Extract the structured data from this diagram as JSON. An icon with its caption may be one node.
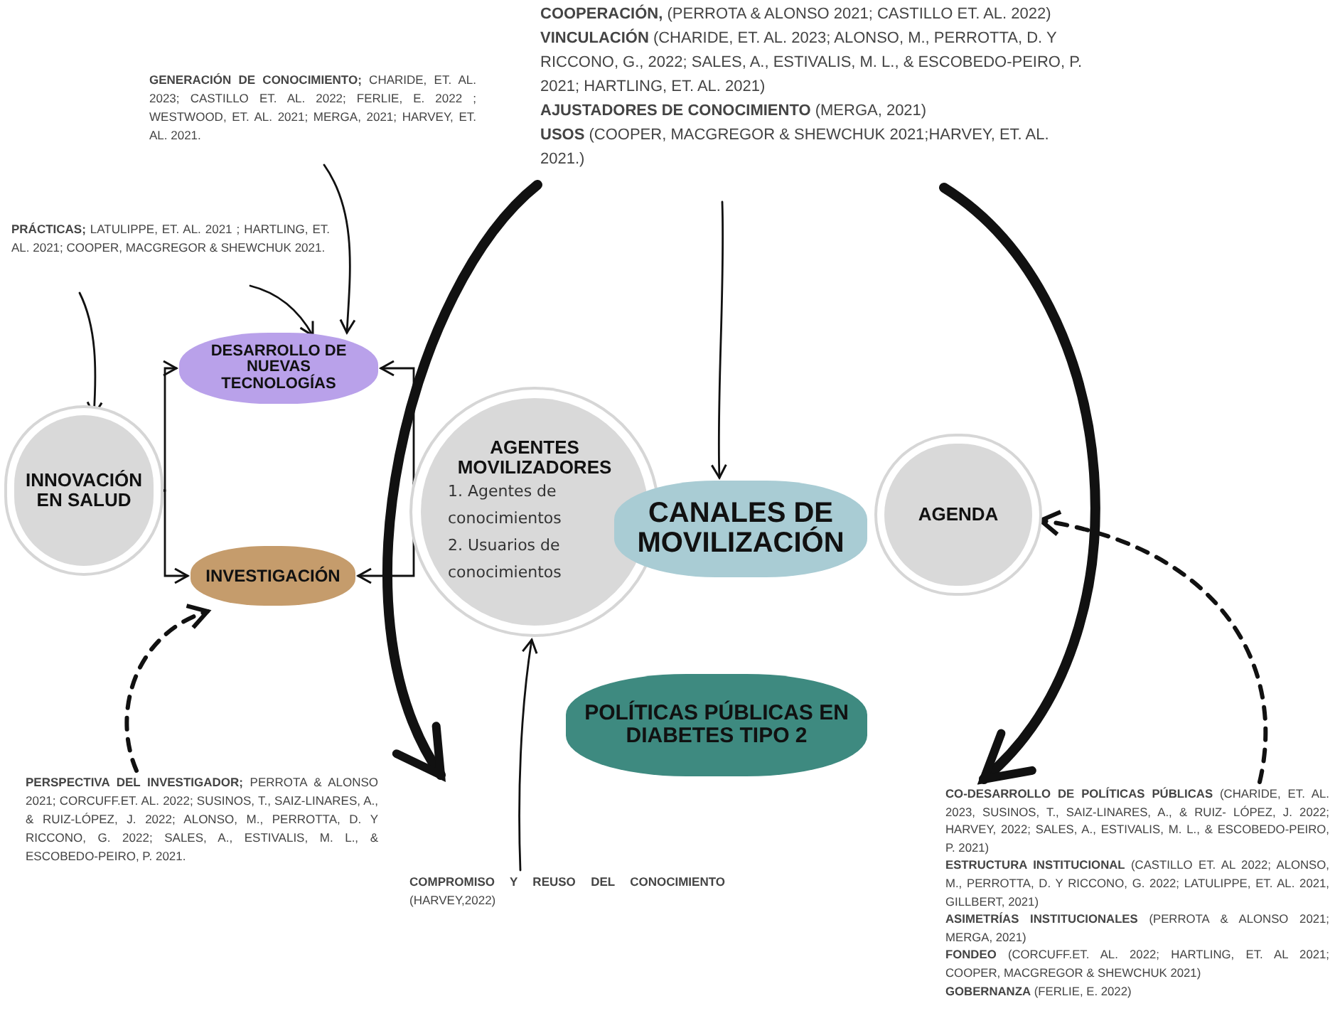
{
  "diagram": {
    "nodes": [
      {
        "text": [
          "**GENERACIÓN DE CONOCIMIENTO;** CHARIDE, ET. AL. 2023; CASTILLO ET. AL. 2022; FERLIE, E. 2022 ; WESTWOOD, ET. AL. 2021; MERGA, 2021; HARVEY, ET. AL. 2021."
        ]
      },
      {
        "text": [
          "**PRÁCTICAS;** LATULIPPE, ET. AL. 2021 ; HARTLING, ET. AL. 2021; COOPER, MACGREGOR & SHEWCHUK 2021."
        ]
      },
      {
        "text": [
          "**COOPERACIÓN,** (PERROTA & ALONSO 2021; CASTILLO ET. AL. 2022)",
          "**VINCULACIÓN** (CHARIDE, ET. AL. 2023; ALONSO, M., PERROTTA, D. Y RICCONO, G., 2022; SALES, A., ESTIVALIS, M. L., & ESCOBEDO-PEIRO, P. 2021; HARTLING, ET. AL. 2021)",
          "**AJUSTADORES DE CONOCIMIENTO** (MERGA, 2021)",
          "**USOS** (COOPER, MACGREGOR & SHEWCHUK 2021;HARVEY, ET. AL. 2021.)"
        ]
      },
      {
        "text": [
          "DESARROLLO DE NUEVAS TECNOLOGÍAS"
        ]
      },
      {
        "text": [
          "INNOVACIÓN EN SALUD"
        ]
      },
      {
        "text": [
          "AGENTES MOVILIZADORES",
          "1. Agentes de conocimientos",
          "2. Usuarios de conocimientos"
        ]
      },
      {
        "text": [
          "CANALES DE MOVILIZACIÓN"
        ]
      },
      {
        "text": [
          "AGENDA"
        ]
      },
      {
        "text": [
          "INVESTIGACIÓN"
        ]
      },
      {
        "text": [
          "POLÍTICAS PÚBLICAS EN DIABETES TIPO 2"
        ]
      },
      {
        "text": [
          "**PERSPECTIVA DEL INVESTIGADOR;** PERROTA & ALONSO 2021; CORCUFF.ET. AL. 2022; SUSINOS, T., SAIZ-LINARES, A., & RUIZ-LÓPEZ, J. 2022; ALONSO, M., PERROTTA, D. Y RICCONO, G. 2022; SALES, A., ESTIVALIS, M. L., & ESCOBEDO-PEIRO, P. 2021."
        ]
      },
      {
        "text": [
          "**COMPROMISO Y REUSO DEL CONOCIMIENTO** (HARVEY,2022)"
        ]
      },
      {
        "text": [
          "**CO-DESARROLLO DE POLÍTICAS PÚBLICAS** (CHARIDE, ET. AL. 2023, SUSINOS, T., SAIZ-LINARES, A., & RUIZ- LÓPEZ, J. 2022; HARVEY, 2022; SALES, A., ESTIVALIS, M. L., & ESCOBEDO-PEIRO, P. 2021)",
          "**ESTRUCTURA INSTITUCIONAL** (CASTILLO ET. AL 2022; ALONSO, M., PERROTTA, D. Y RICCONO, G. 2022; LATULIPPE, ET. AL. 2021, GILLBERT, 2021)",
          "**ASIMETRÍAS INSTITUCIONALES** (PERROTA & ALONSO 2021; MERGA, 2021)",
          "**FONDEO** (CORCUFF.ET. AL. 2022; HARTLING, ET. AL 2021; COOPER, MACGREGOR & SHEWCHUK 2021)",
          "**GOBERNANZA** (FERLIE, E. 2022)"
        ]
      }
    ],
    "edges": [
      {
        "from": 0,
        "to": 3,
        "arrow": "to"
      },
      {
        "from": 1,
        "to": 3,
        "arrow": "to"
      },
      {
        "from": 1,
        "to": 4,
        "arrow": "to"
      },
      {
        "from": 4,
        "to": 3,
        "arrow": "to"
      },
      {
        "from": 4,
        "to": 8,
        "arrow": "to"
      },
      {
        "from": 5,
        "to": 3,
        "arrow": "to"
      },
      {
        "from": 5,
        "to": 8,
        "arrow": "to"
      },
      {
        "from": 2,
        "to": 6,
        "arrow": "to"
      },
      {
        "from": 10,
        "to": 8,
        "arrow": "to",
        "style": "dashed"
      },
      {
        "from": 11,
        "to": 5,
        "arrow": "to"
      },
      {
        "from": 12,
        "to": 7,
        "arrow": "to",
        "style": "dashed"
      },
      {
        "from": 2,
        "to": 10,
        "arrow": "to",
        "style": "thick"
      },
      {
        "from": 2,
        "to": 12,
        "arrow": "to",
        "style": "thick"
      }
    ]
  }
}
